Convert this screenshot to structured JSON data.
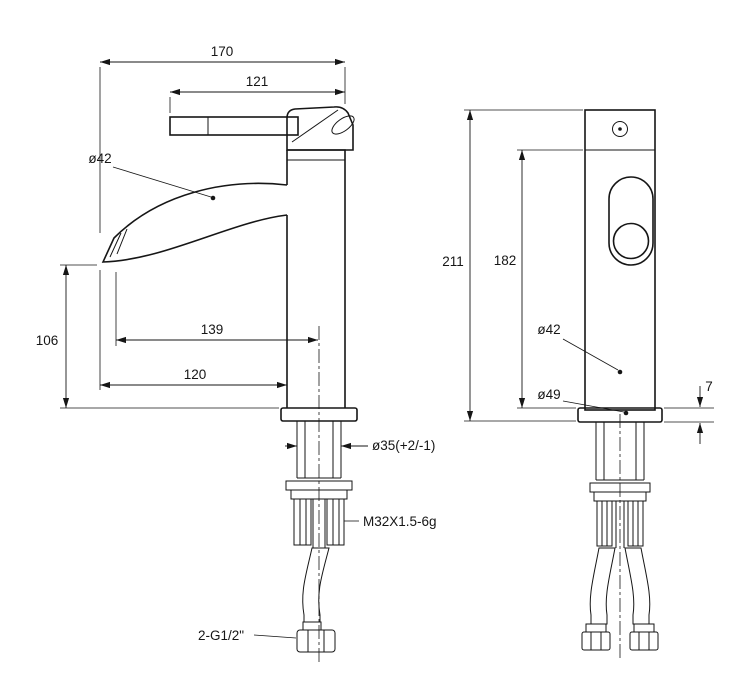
{
  "drawing": {
    "background": "#ffffff",
    "line_color": "#161616",
    "side_view": {
      "dim_total_reach": "170",
      "dim_handle_reach": "121",
      "dia_body": "ø42",
      "dim_spout_height": "106",
      "dim_spout_center": "139",
      "dim_spout_tip": "120",
      "hole_dia": "ø35(+2/-1)",
      "thread_spec": "M32X1.5-6g",
      "inlet_spec": "2-G1/2\""
    },
    "front_view": {
      "dim_total_height": "211",
      "dim_body_height": "182",
      "dia_body": "ø42",
      "dia_base": "ø49",
      "dim_base_thickness": "7"
    }
  }
}
